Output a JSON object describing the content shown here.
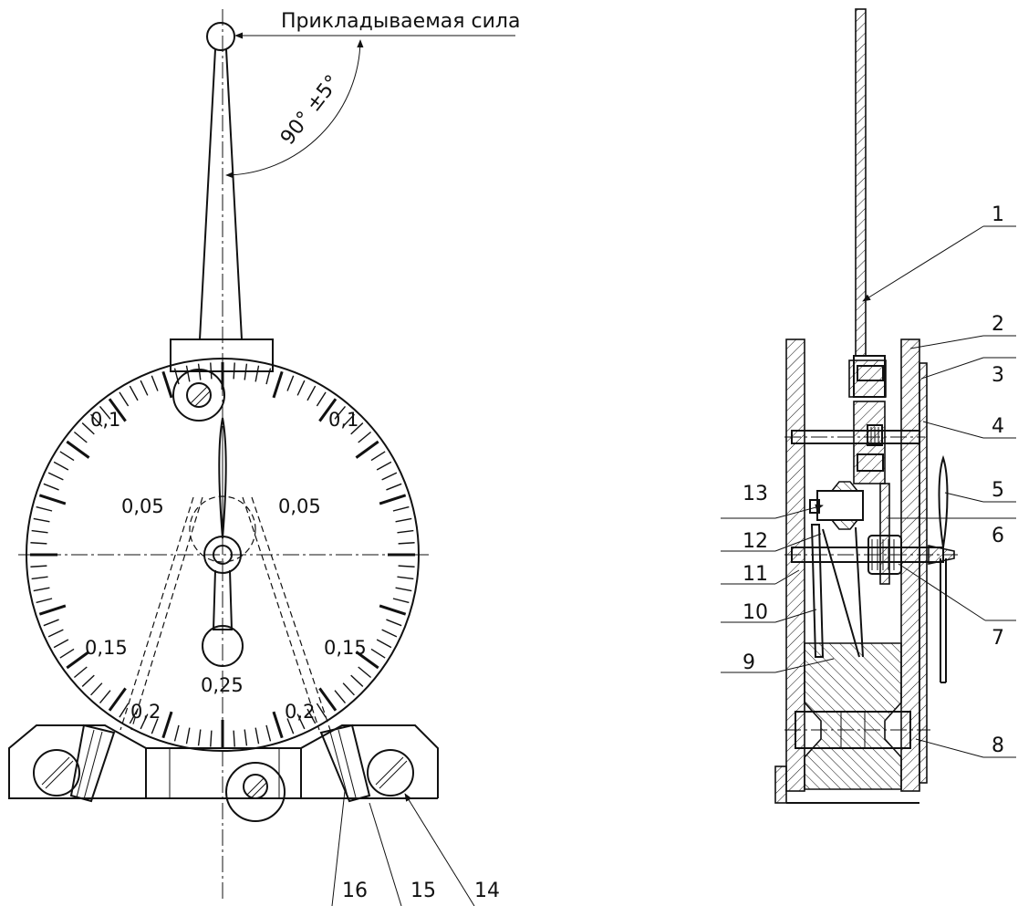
{
  "force_label": "Прикладываемая сила",
  "angle_label": "90° ±5°",
  "scale_labels": {
    "left_005": "0,05",
    "right_005": "0,05",
    "left_01": "0,1",
    "right_01": "0,1",
    "left_015": "0,15",
    "right_015": "0,15",
    "left_02": "0,2",
    "right_02": "0,2",
    "bottom_025": "0,25"
  },
  "callouts": {
    "c1": "1",
    "c2": "2",
    "c3": "3",
    "c4": "4",
    "c5": "5",
    "c6": "6",
    "c7": "7",
    "c8": "8",
    "c9": "9",
    "c10": "10",
    "c11": "11",
    "c12": "12",
    "c13": "13",
    "c14": "14",
    "c15": "15",
    "c16": "16"
  },
  "colors": {
    "ink": "#111111",
    "paper": "#ffffff"
  }
}
